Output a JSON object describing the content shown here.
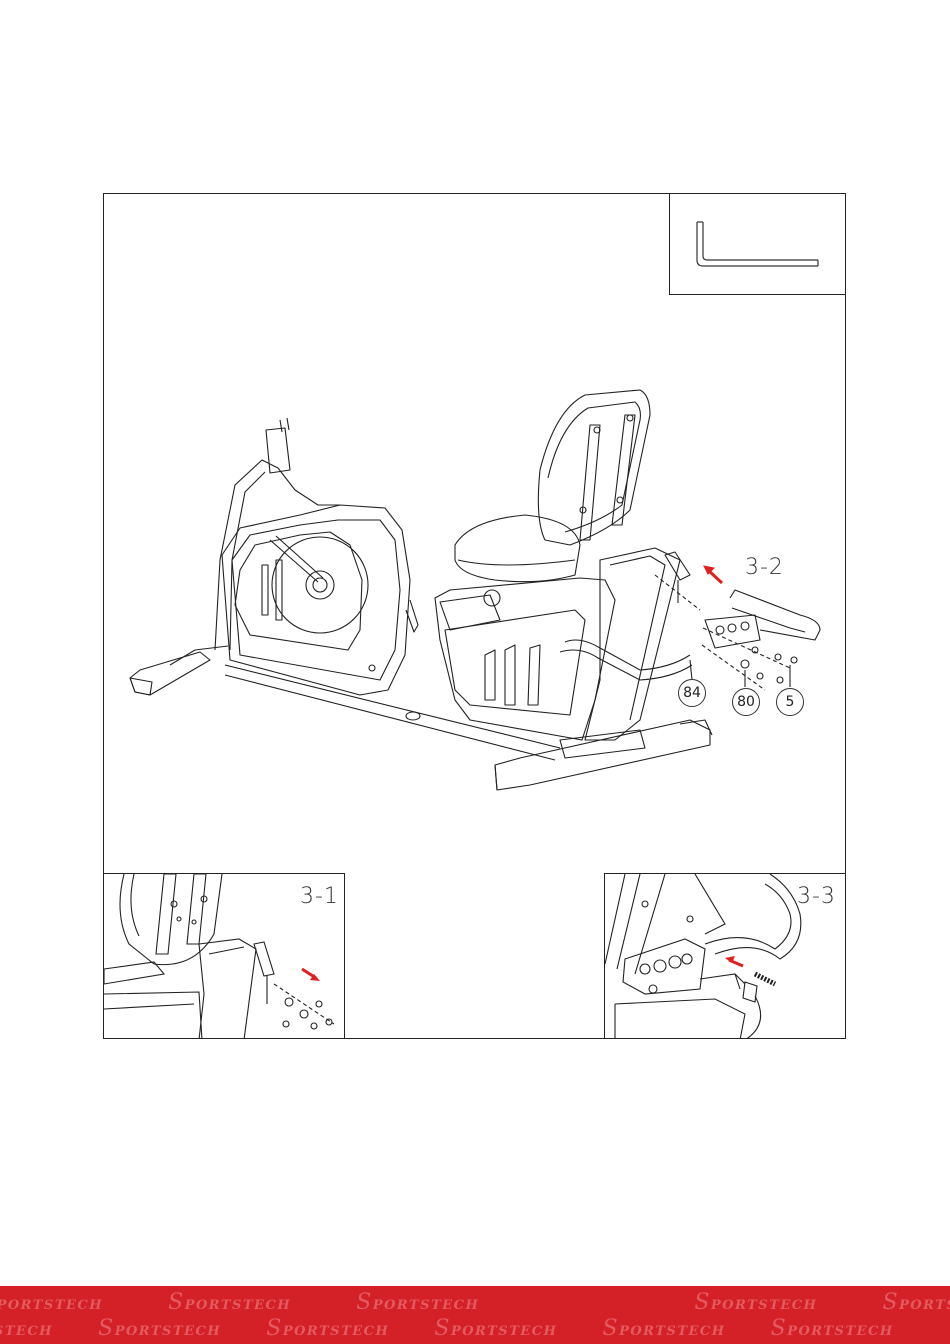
{
  "steps": {
    "main_label": "3-2",
    "inset_left_label": "3-1",
    "inset_right_label": "3-3"
  },
  "parts": {
    "p1": "84",
    "p2": "80",
    "p3": "5"
  },
  "icons": {
    "tool": "allen-key-icon",
    "arrow": "red-arrow-icon"
  },
  "colors": {
    "brand": "#d42027",
    "arrow": "#e0201e"
  },
  "footer": {
    "brand_cap": "S",
    "brand_rest": "PORTSTECH"
  }
}
